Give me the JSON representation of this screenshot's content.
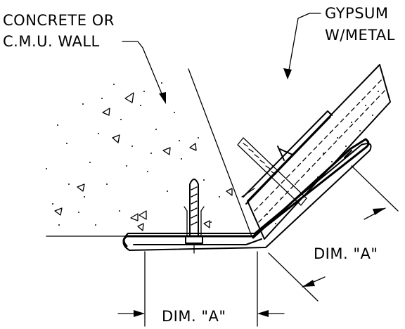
{
  "labels": {
    "wall_line1": "CONCRETE OR",
    "wall_line2": "C.M.U. WALL",
    "board_line1": "GYPSUM",
    "board_line2": "W/METAL",
    "dim_horizontal": "DIM. \"A\"",
    "dim_diagonal": "DIM. \"A\""
  }
}
